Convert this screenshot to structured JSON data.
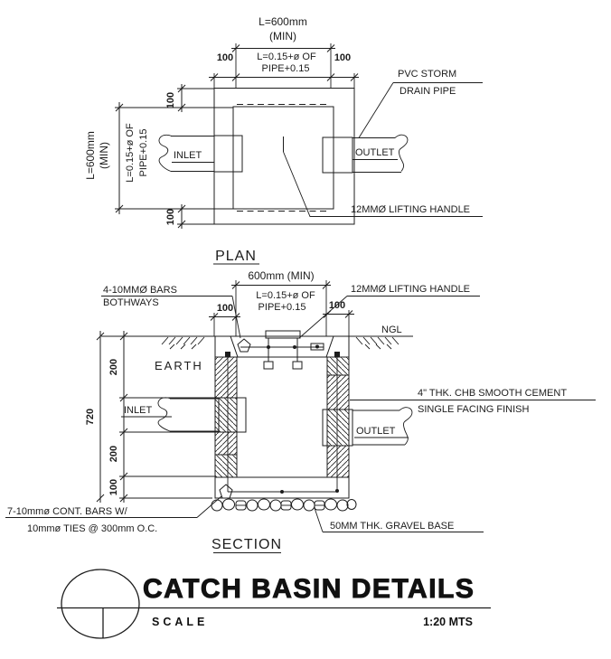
{
  "plan": {
    "title": "PLAN",
    "dim_overall_w1": "L=600mm",
    "dim_overall_w2": "(MIN)",
    "dim_inner_w1": "L=0.15+ø OF",
    "dim_inner_w2": "PIPE+0.15",
    "dim_wall_left": "100",
    "dim_wall_right": "100",
    "dim_overall_h1": "L=600mm",
    "dim_overall_h2": "(MIN)",
    "dim_inner_h1": "L=0.15+ø OF",
    "dim_inner_h2": "PIPE+0.15",
    "dim_wall_top": "100",
    "dim_wall_bottom": "100",
    "inlet": "INLET",
    "outlet": "OUTLET",
    "pvc1": "PVC STORM",
    "pvc2": "DRAIN PIPE",
    "handle": "12MMØ LIFTING HANDLE"
  },
  "section": {
    "title": "SECTION",
    "dim_width": "600mm (MIN)",
    "dim_inner1": "L=0.15+ø OF",
    "dim_inner2": "PIPE+0.15",
    "dim_wall_left": "100",
    "dim_wall_right": "100",
    "dim_total_depth": "720",
    "dim_depth_top": "200",
    "dim_depth_mid": "200",
    "dim_depth_bottom": "100",
    "bars1": "4-10MMØ BARS",
    "bars2": "BOTHWAYS",
    "handle": "12MMØ LIFTING HANDLE",
    "ngl": "NGL",
    "earth": "EARTH",
    "inlet": "INLET",
    "outlet": "OUTLET",
    "chb1": "4\" THK. CHB SMOOTH CEMENT",
    "chb2": "SINGLE FACING FINISH",
    "gravel": "50MM THK. GRAVEL BASE",
    "contbars1": "7-10mmø CONT. BARS W/",
    "contbars2": "10mmø TIES @ 300mm O.C."
  },
  "titleblock": {
    "title": "CATCH BASIN DETAILS",
    "scale_label": "SCALE",
    "scale_value": "1:20 MTS"
  },
  "colors": {
    "line": "#1c1c1c",
    "bg": "#ffffff"
  }
}
